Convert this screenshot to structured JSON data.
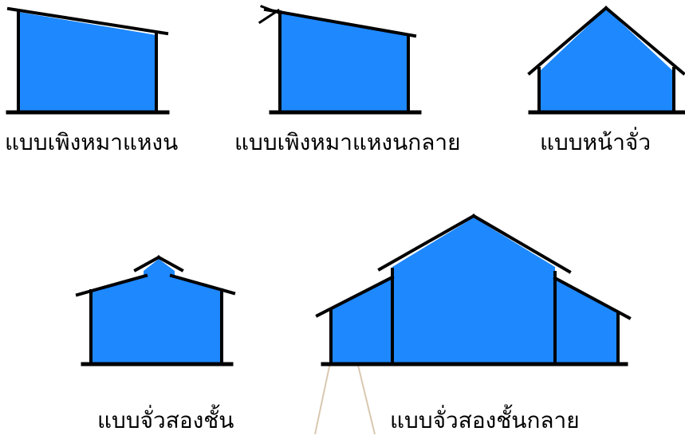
{
  "colors": {
    "wall_fill": "#1E88FF",
    "outline": "#000000",
    "watermark": "#D9C8B0"
  },
  "captions": {
    "shed_roof": "แบบเพิงหมาแหงน",
    "shed_roof_variant": "แบบเพิงหมาแหงนกลาย",
    "gable_roof": "แบบหน้าจั่ว",
    "two_tier_gable": "แบบจั่วสองชั้น",
    "two_tier_gable_variant": "แบบจั่วสองชั้นกลาย"
  }
}
